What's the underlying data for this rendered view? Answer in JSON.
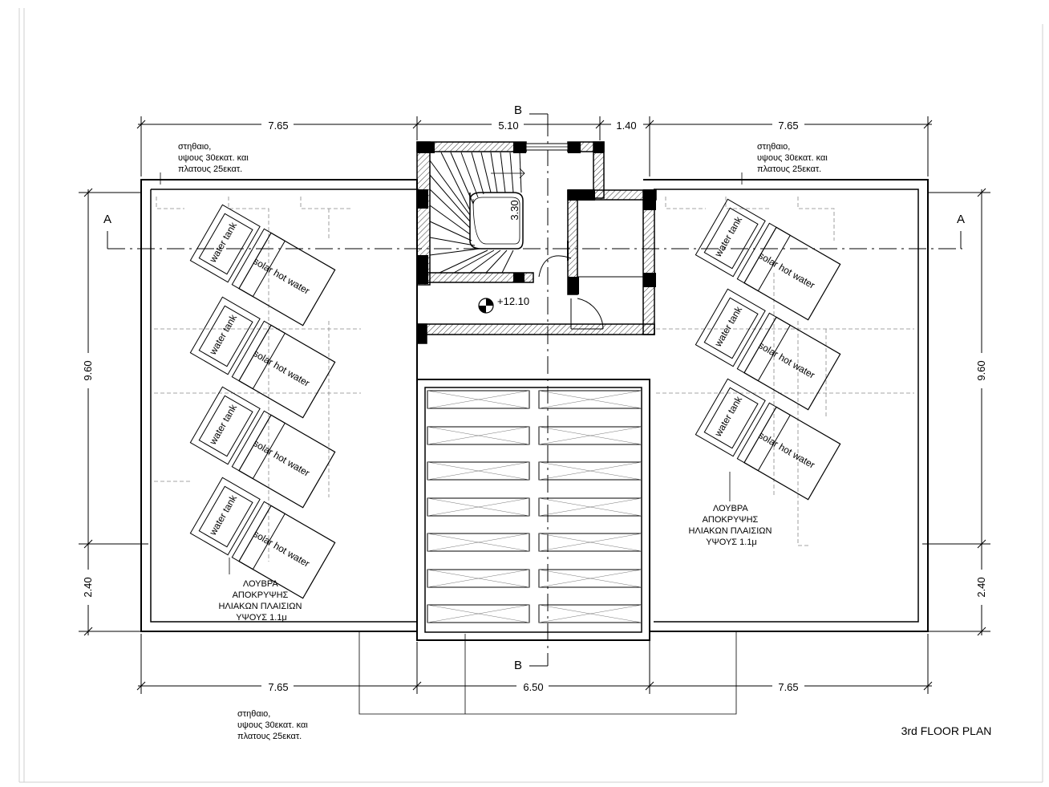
{
  "dimensions": {
    "top": [
      "7.65",
      "5.10",
      "1.40",
      "7.65"
    ],
    "bottom": [
      "7.65",
      "6.50",
      "7.65"
    ],
    "left": [
      "9.60",
      "2.40"
    ],
    "right": [
      "9.60",
      "2.40"
    ]
  },
  "section_labels": {
    "a": "A",
    "b": "B"
  },
  "stair_height": "3.30",
  "level": "+12.10",
  "note_parapet": [
    "στηθαιο,",
    "υψους 30εκατ. και",
    "πλατους 25εκατ."
  ],
  "note_louvre": [
    "ΛΟΥΒΡΑ",
    "ΑΠΟΚΡΥΨΗΣ",
    "ΗΛΙΑΚΩΝ ΠΛΑΙΣΙΩΝ",
    "ΥΨΟΥΣ 1.1μ"
  ],
  "equipment": {
    "tank": "water tank",
    "solar": "solar hot water"
  },
  "drawing_title": "3rd FLOOR PLAN"
}
